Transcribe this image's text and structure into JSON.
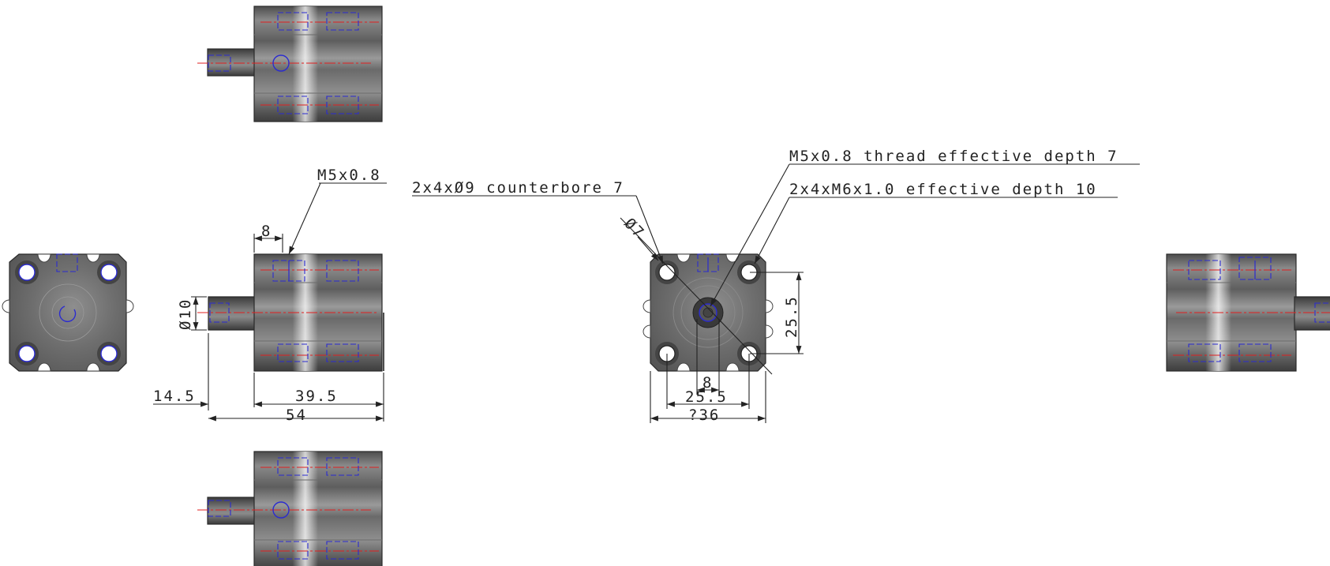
{
  "annotations": {
    "m5_port": "M5x0.8",
    "counterbore": "2x4xØ9 counterbore 7",
    "thread_depth": "M5x0.8 thread effective depth 7",
    "m6_thread": "2x4xM6x1.0 effective depth 10",
    "hole_dia": "Ø7"
  },
  "dimensions": {
    "port_offset": "8",
    "rod_dia": "Ø10",
    "rod_length": "14.5",
    "body_length": "39.5",
    "overall_length": "54",
    "height_pitch": "25.5",
    "bore_center": "8",
    "width_pitch": "25.5",
    "width": "?36"
  },
  "colors": {
    "body": "#7a7a7a",
    "hidden": "#2b2bd0",
    "center": "#e02020",
    "dimension": "#222222"
  }
}
